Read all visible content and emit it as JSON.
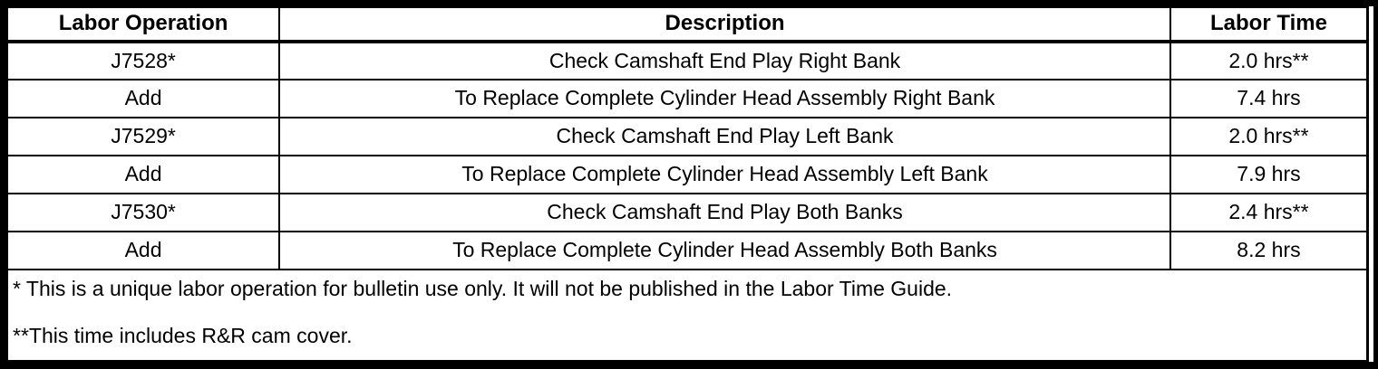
{
  "table": {
    "columns": {
      "labor_operation": "Labor Operation",
      "description": "Description",
      "labor_time": "Labor Time"
    },
    "rows": [
      {
        "op": "J7528*",
        "desc": "Check Camshaft End Play Right Bank",
        "time": "2.0 hrs**"
      },
      {
        "op": "Add",
        "desc": "To Replace Complete Cylinder Head Assembly Right Bank",
        "time": "7.4 hrs"
      },
      {
        "op": "J7529*",
        "desc": "Check Camshaft End Play Left Bank",
        "time": "2.0 hrs**"
      },
      {
        "op": "Add",
        "desc": "To Replace Complete Cylinder Head Assembly Left Bank",
        "time": "7.9 hrs"
      },
      {
        "op": "J7530*",
        "desc": "Check Camshaft End Play Both Banks",
        "time": "2.4 hrs**"
      },
      {
        "op": "Add",
        "desc": "To Replace Complete Cylinder Head Assembly Both Banks",
        "time": "8.2 hrs"
      }
    ],
    "footnotes": [
      "* This is a unique labor operation for bulletin use only. It will not be published in the Labor Time Guide.",
      "**This time includes R&R cam cover."
    ]
  },
  "colors": {
    "border": "#000000",
    "background": "#ffffff",
    "text": "#000000"
  }
}
